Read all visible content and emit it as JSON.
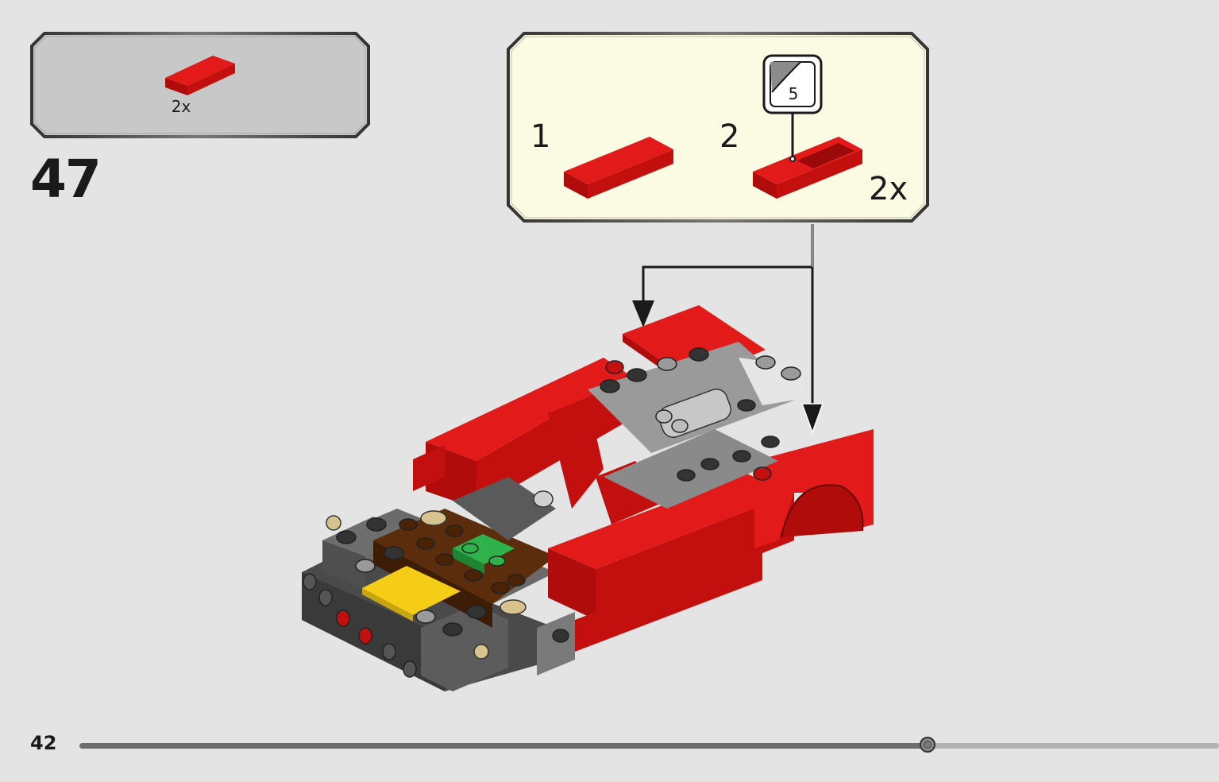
{
  "parts_list": {
    "quantity": "2x",
    "part": "red-flat-tile-1x4-icon"
  },
  "step": {
    "number": "47"
  },
  "sub_assembly": {
    "steps": [
      {
        "number": "1",
        "part": "red-flat-tile-1x4-icon"
      },
      {
        "number": "2",
        "part": "red-flat-tile-1x4-with-sticker-icon"
      }
    ],
    "sticker_number": "5",
    "quantity": "2x"
  },
  "footer": {
    "page_number": "42",
    "progress_fraction": 0.745
  },
  "colors": {
    "page_background": "#e4e4e4",
    "parts_callout_background": "#c8c8c8",
    "sub_assembly_background": "#fbfbe3",
    "brick_red": "#d40f0f",
    "dark_grey": "#5a5a5a",
    "light_grey": "#c7c7c7",
    "brown": "#5c2d0c",
    "yellow": "#f5cd17",
    "green": "#2fb14b",
    "tan": "#d6c38e"
  }
}
